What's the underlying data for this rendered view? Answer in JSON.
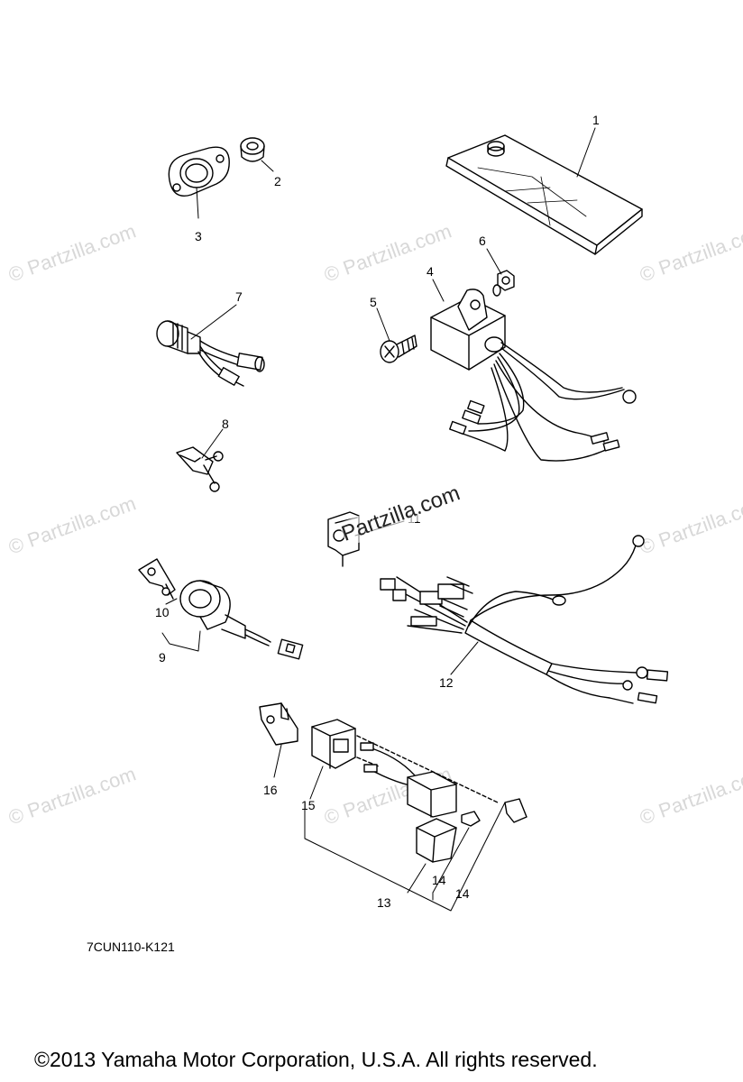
{
  "watermarks": {
    "text": "© Partzilla.com",
    "center_text": "Partzilla.com"
  },
  "callouts": [
    "1",
    "2",
    "3",
    "4",
    "5",
    "6",
    "7",
    "8",
    "9",
    "10",
    "11",
    "12",
    "13",
    "14",
    "14",
    "15",
    "16"
  ],
  "diagram_code": "7CUN110-K121",
  "copyright": "©2013  Yamaha Motor Corporation, U.S.A. All rights reserved."
}
